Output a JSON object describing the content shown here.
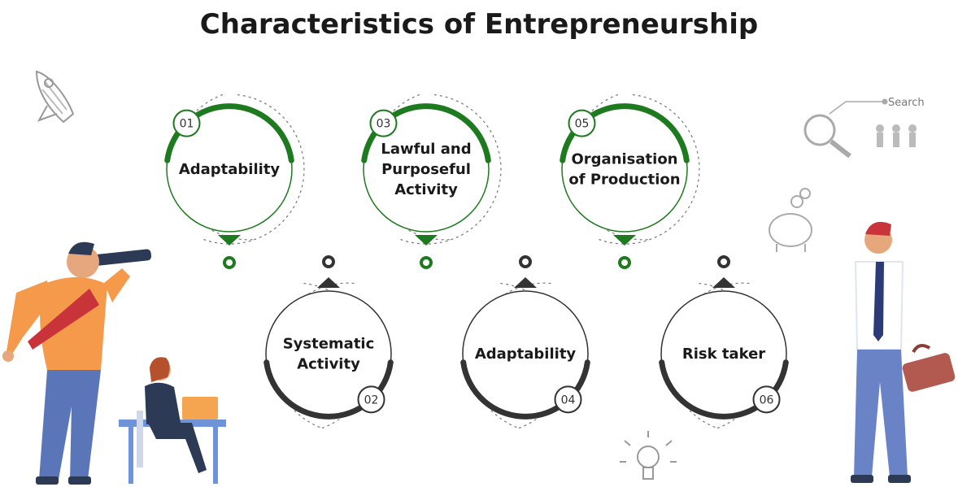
{
  "title": "Characteristics of Entrepreneurship",
  "colors": {
    "green": "#1e7a1e",
    "dark": "#333333",
    "ring": "#555555"
  },
  "items": [
    {
      "num": "01",
      "lines": [
        "Adaptability"
      ]
    },
    {
      "num": "02",
      "lines": [
        "Systematic",
        "Activity"
      ]
    },
    {
      "num": "03",
      "lines": [
        "Lawful and",
        "Purposeful",
        "Activity"
      ]
    },
    {
      "num": "04",
      "lines": [
        "Adaptability"
      ]
    },
    {
      "num": "05",
      "lines": [
        "Organisation",
        "of Production"
      ]
    },
    {
      "num": "06",
      "lines": [
        "Risk taker"
      ]
    }
  ],
  "decor": {
    "search_label": "Search"
  },
  "illustrations": [
    "rocket-icon",
    "search-icon",
    "piggy-bank-icon",
    "lightbulb-icon",
    "man-with-telescope",
    "woman-at-laptop",
    "businessman-with-briefcase"
  ]
}
